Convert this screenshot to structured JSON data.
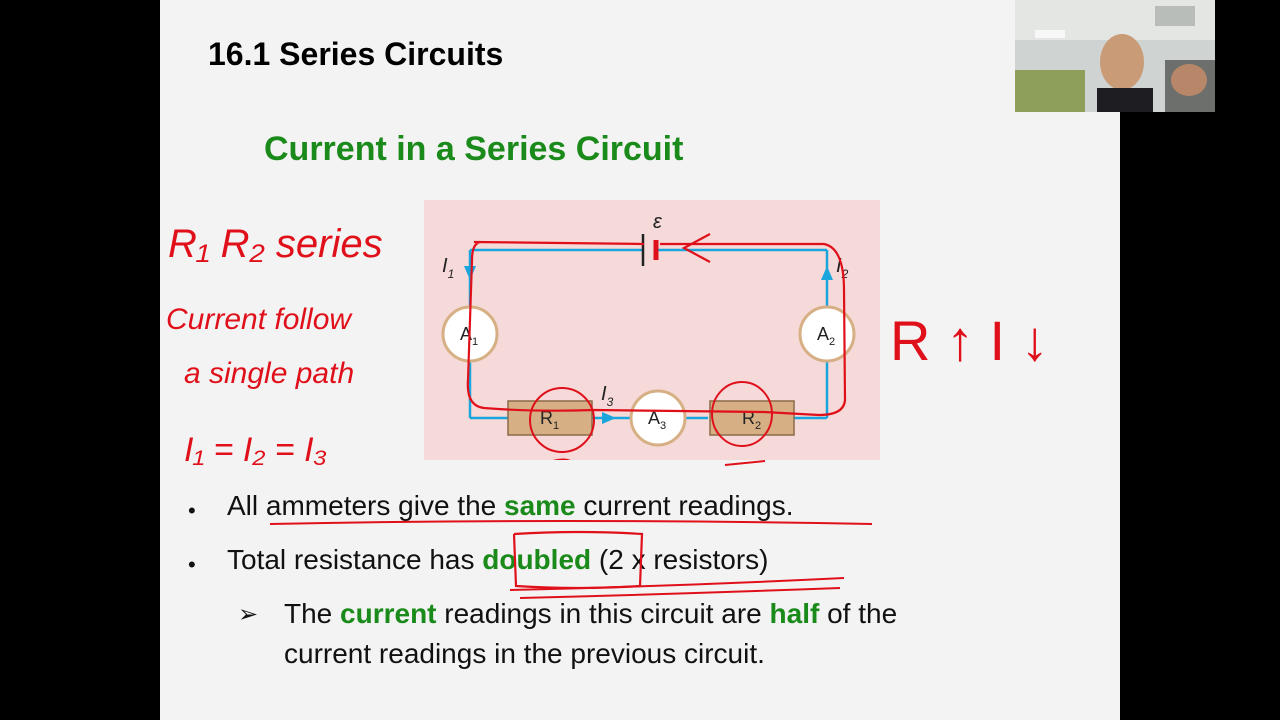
{
  "slide": {
    "title": "16.1 Series Circuits",
    "subtitle": "Current in a Series Circuit",
    "bullets": [
      {
        "pre": "All ammeters give the ",
        "em": "same",
        "post": " current readings."
      },
      {
        "pre": "Total resistance has ",
        "em": "doubled",
        "post": " (2 x resistors)"
      }
    ],
    "sub_bullet": {
      "pre": "The ",
      "em1": "current",
      "mid": " readings in this circuit are ",
      "em2": "half",
      "post": " of the",
      "line2": "current readings in the previous circuit."
    }
  },
  "circuit": {
    "emf": "ε",
    "ammeters": {
      "a1": "A",
      "a1_sub": "1",
      "a2": "A",
      "a2_sub": "2",
      "a3": "A",
      "a3_sub": "3"
    },
    "resistors": {
      "r1": "R",
      "r1_sub": "1",
      "r2": "R",
      "r2_sub": "2"
    },
    "currents": {
      "i1": "I",
      "i1_sub": "1",
      "i2": "I",
      "i2_sub": "2",
      "i3": "I",
      "i3_sub": "3"
    }
  },
  "annotations": {
    "series_note": "R₁ R₂ series",
    "path_note_1": "Current follow",
    "path_note_2": "a single path",
    "equality": "I₁ = I₂ = I₃",
    "relation": "R ↑ I ↓"
  },
  "colors": {
    "title_green": "#1a8a1a",
    "ink_red": "#e0101a",
    "wire_blue": "#1ba5dd",
    "diagram_bg": "#f6d9d9",
    "resistor_fill": "#d6b084"
  }
}
